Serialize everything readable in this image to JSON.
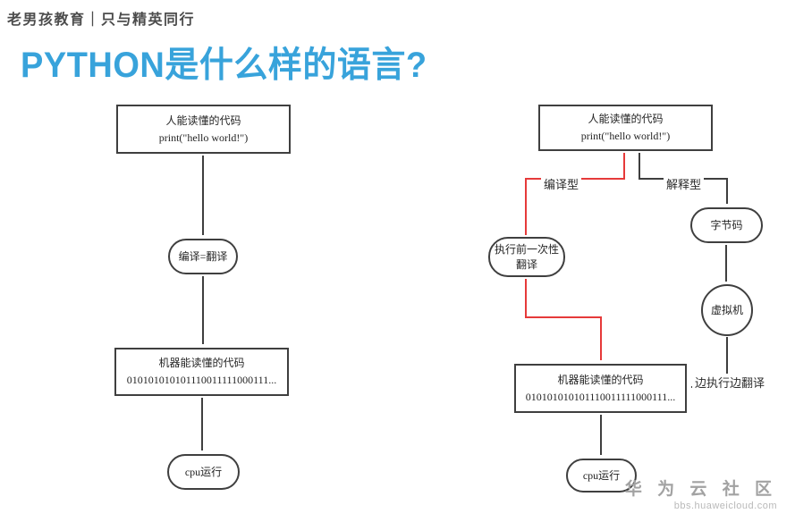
{
  "header": {
    "brand": "老男孩教育｜只与精英同行"
  },
  "title": {
    "text": "PYTHON是什么样的语言?"
  },
  "colors": {
    "accent_blue": "#38a3db",
    "line_dark": "#3f3f3f",
    "line_red": "#e63a3a"
  },
  "flow_left": {
    "human_code": {
      "line1": "人能读懂的代码",
      "line2": "print(\"hello world!\")"
    },
    "compile": {
      "label": "编译=翻译"
    },
    "machine_code": {
      "line1": "机器能读懂的代码",
      "line2": "010101010101110011111000111..."
    },
    "cpu": {
      "label": "cpu运行"
    }
  },
  "flow_right": {
    "human_code": {
      "line1": "人能读懂的代码",
      "line2": "print(\"hello world!\")"
    },
    "label_compiled": "编译型",
    "label_interpreted": "解释型",
    "pre_translate": {
      "line1": "执行前一次性",
      "line2": "翻译"
    },
    "bytecode": {
      "label": "字节码"
    },
    "vm": {
      "label": "虚拟机"
    },
    "machine_code": {
      "line1": "机器能读懂的代码",
      "line2": "010101010101110011111000111..."
    },
    "label_exec_translate": "边执行边翻译",
    "cpu": {
      "label": "cpu运行"
    }
  },
  "watermark": {
    "brand": "华 为 云 社 区",
    "site": "bbs.huaweicloud.com"
  }
}
